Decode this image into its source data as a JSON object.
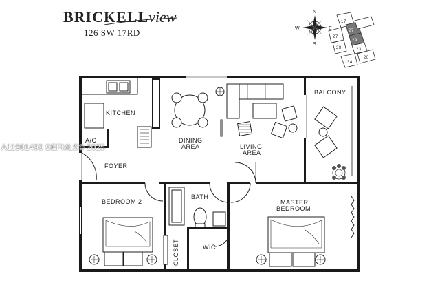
{
  "brand": {
    "name_caps": "BRICKELL",
    "name_script": "view"
  },
  "address": "126 SW 17RD",
  "watermark": "A11981499  SEFMLS© 2025",
  "compass": {
    "n": "N",
    "e": "E",
    "s": "S",
    "w": "W"
  },
  "site_units": [
    "17",
    "27",
    "28",
    "27",
    "23",
    "20",
    "34",
    "29"
  ],
  "rooms": {
    "kitchen": "KITCHEN",
    "ac": "A/C",
    "foyer": "FOYER",
    "dining_1": "DINING",
    "dining_2": "AREA",
    "living_1": "LIVING",
    "living_2": "AREA",
    "balcony": "BALCONY",
    "bath": "BATH",
    "bedroom2": "BEDROOM 2",
    "master_1": "MASTER",
    "master_2": "BEDROOM",
    "wic": "WIC",
    "closet": "CLOSET"
  }
}
